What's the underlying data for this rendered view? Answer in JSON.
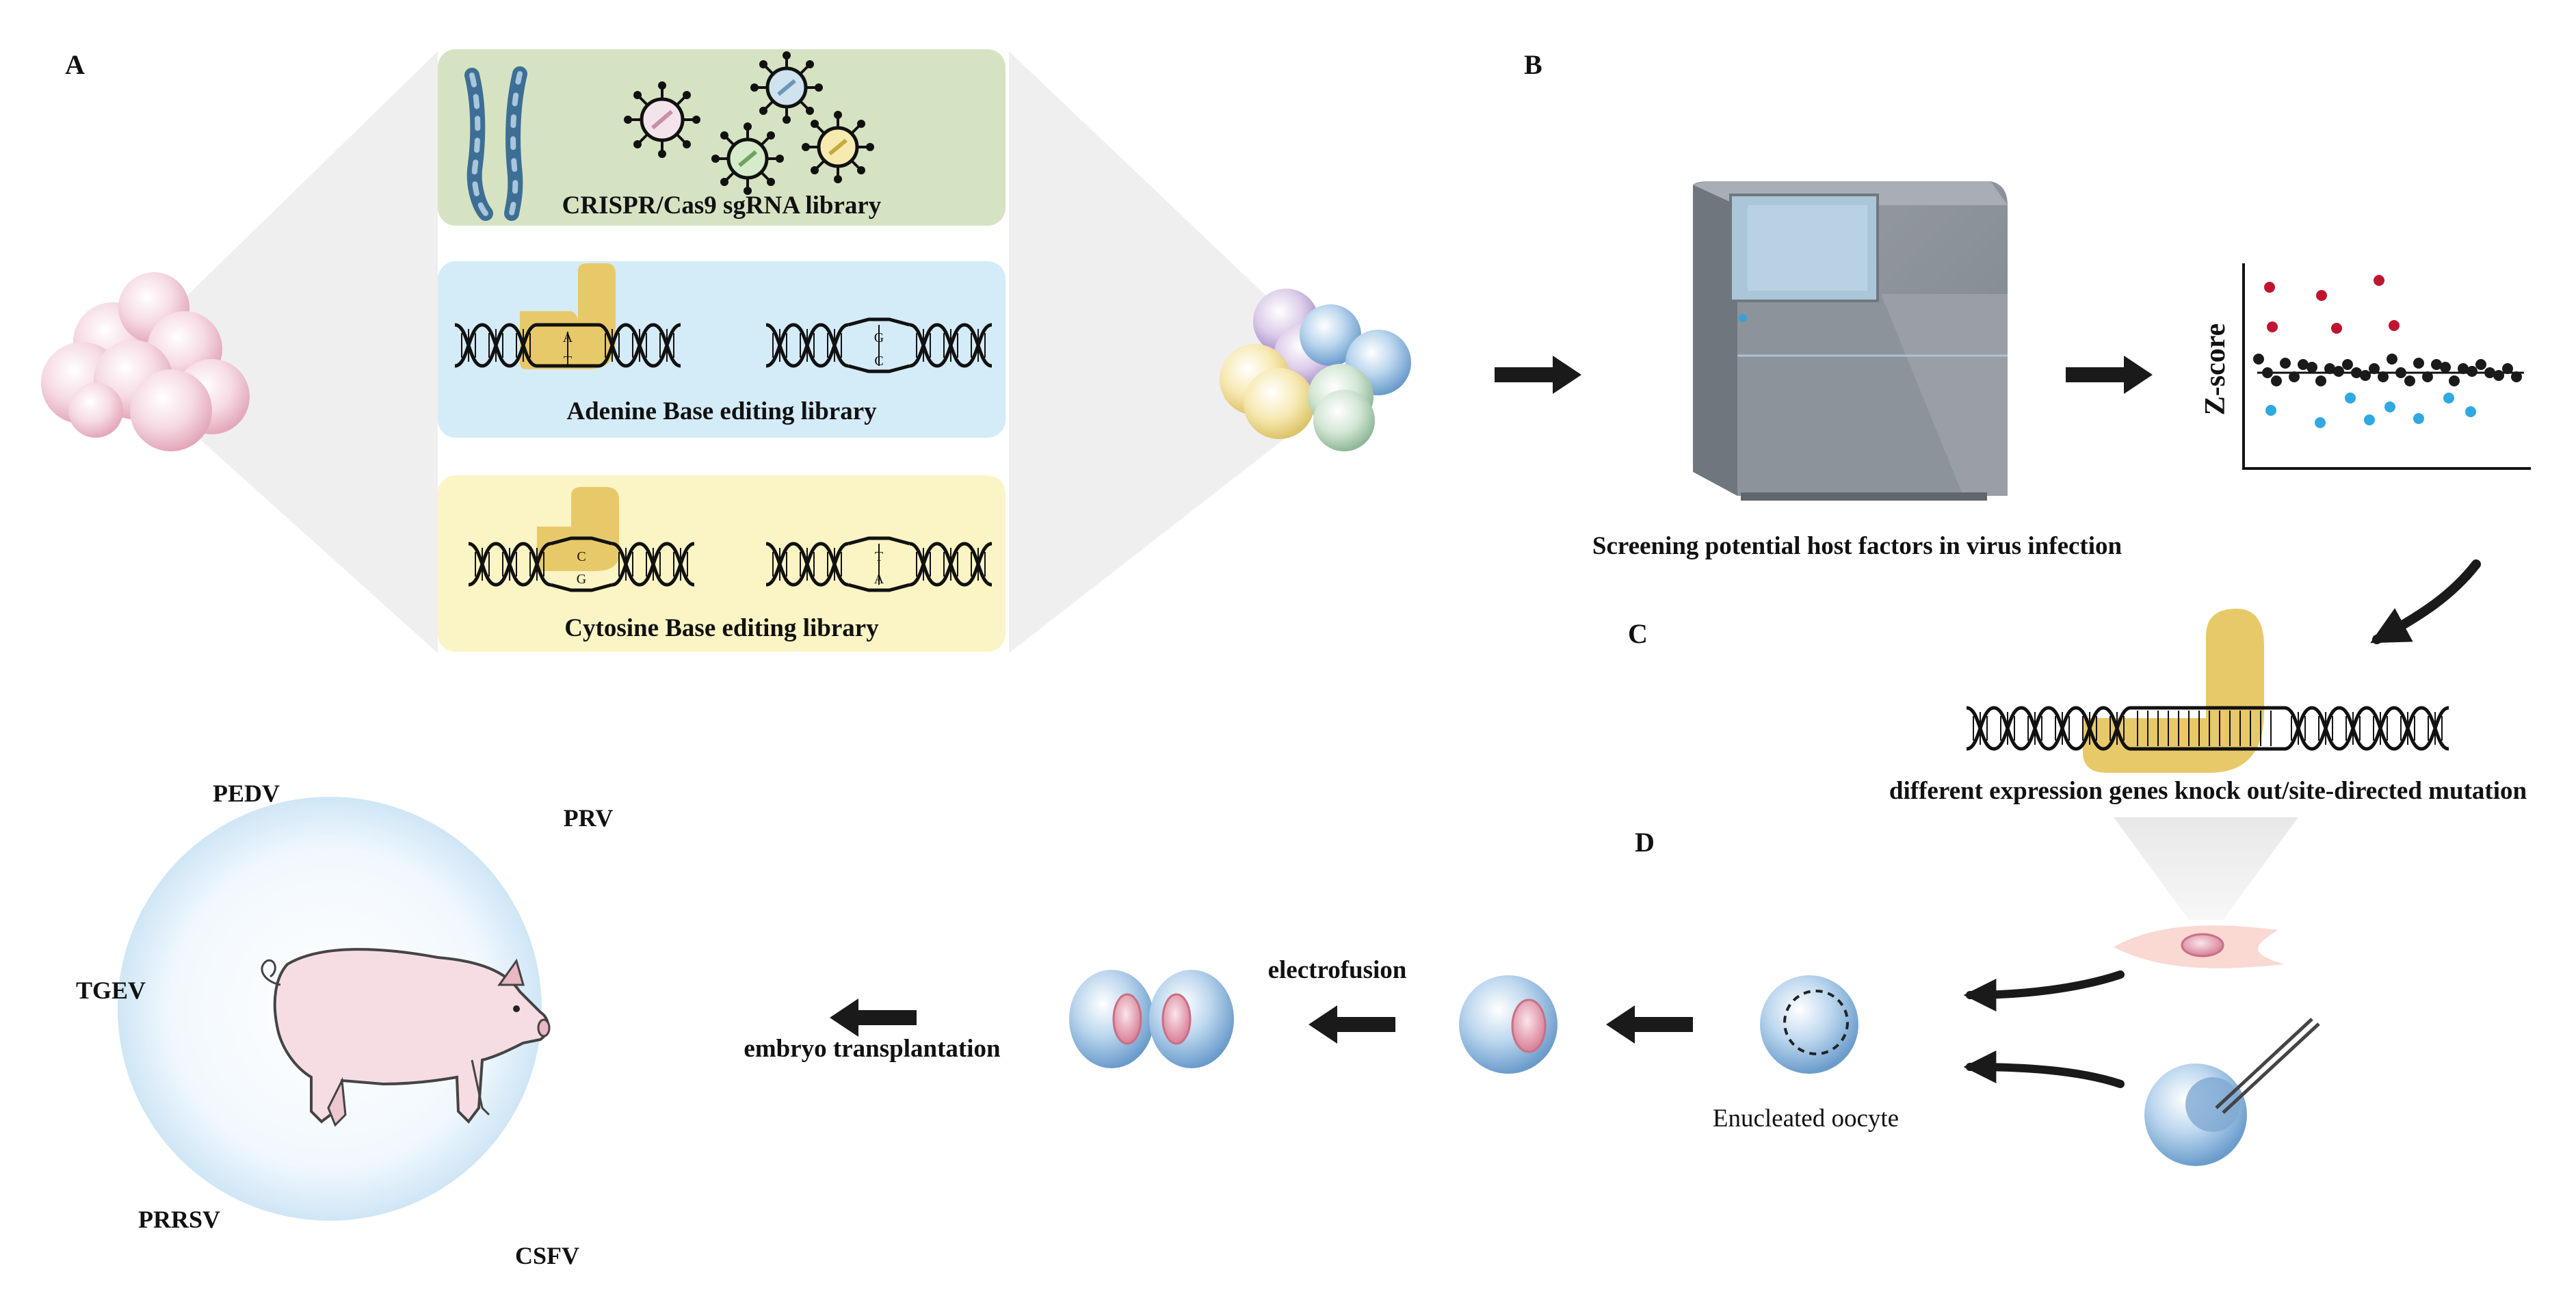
{
  "panels": {
    "a": "A",
    "b": "B",
    "c": "C",
    "d": "D"
  },
  "libraries": {
    "crispr": "CRISPR/Cas9 sgRNA library",
    "abe": "Adenine Base editing library",
    "cbe": "Cytosine Base editing library"
  },
  "bases": {
    "abe_left_top": "A",
    "abe_left_bottom": "T",
    "abe_right_top": "G",
    "abe_right_bottom": "C",
    "cbe_left_top": "C",
    "cbe_left_bottom": "G",
    "cbe_right_top": "T",
    "cbe_right_bottom": "A"
  },
  "screening": {
    "caption": "Screening potential host factors in virus infection",
    "ylabel": "Z-score"
  },
  "mutation_caption": "different expression genes knock out/site-directed mutation",
  "steps": {
    "enucleated": "Enucleated oocyte",
    "electrofusion": "electrofusion",
    "transplant": "embryo transplantation"
  },
  "viruses": {
    "pedv": "PEDV",
    "prv": "PRV",
    "tgev": "TGEV",
    "prrsv": "PRRSV",
    "csfv": "CSFV"
  },
  "colors": {
    "crispr_box": "#d6e3c3",
    "abe_box": "#d4ebf8",
    "cbe_box": "#fbf4c4",
    "enzyme": "#e8c96a",
    "cell_blue": "#9cc3e3",
    "cell_pink": "#f3d2dc",
    "dot_red": "#c0152f",
    "dot_blue": "#2fa9df",
    "dot_black": "#1a1a1a"
  }
}
